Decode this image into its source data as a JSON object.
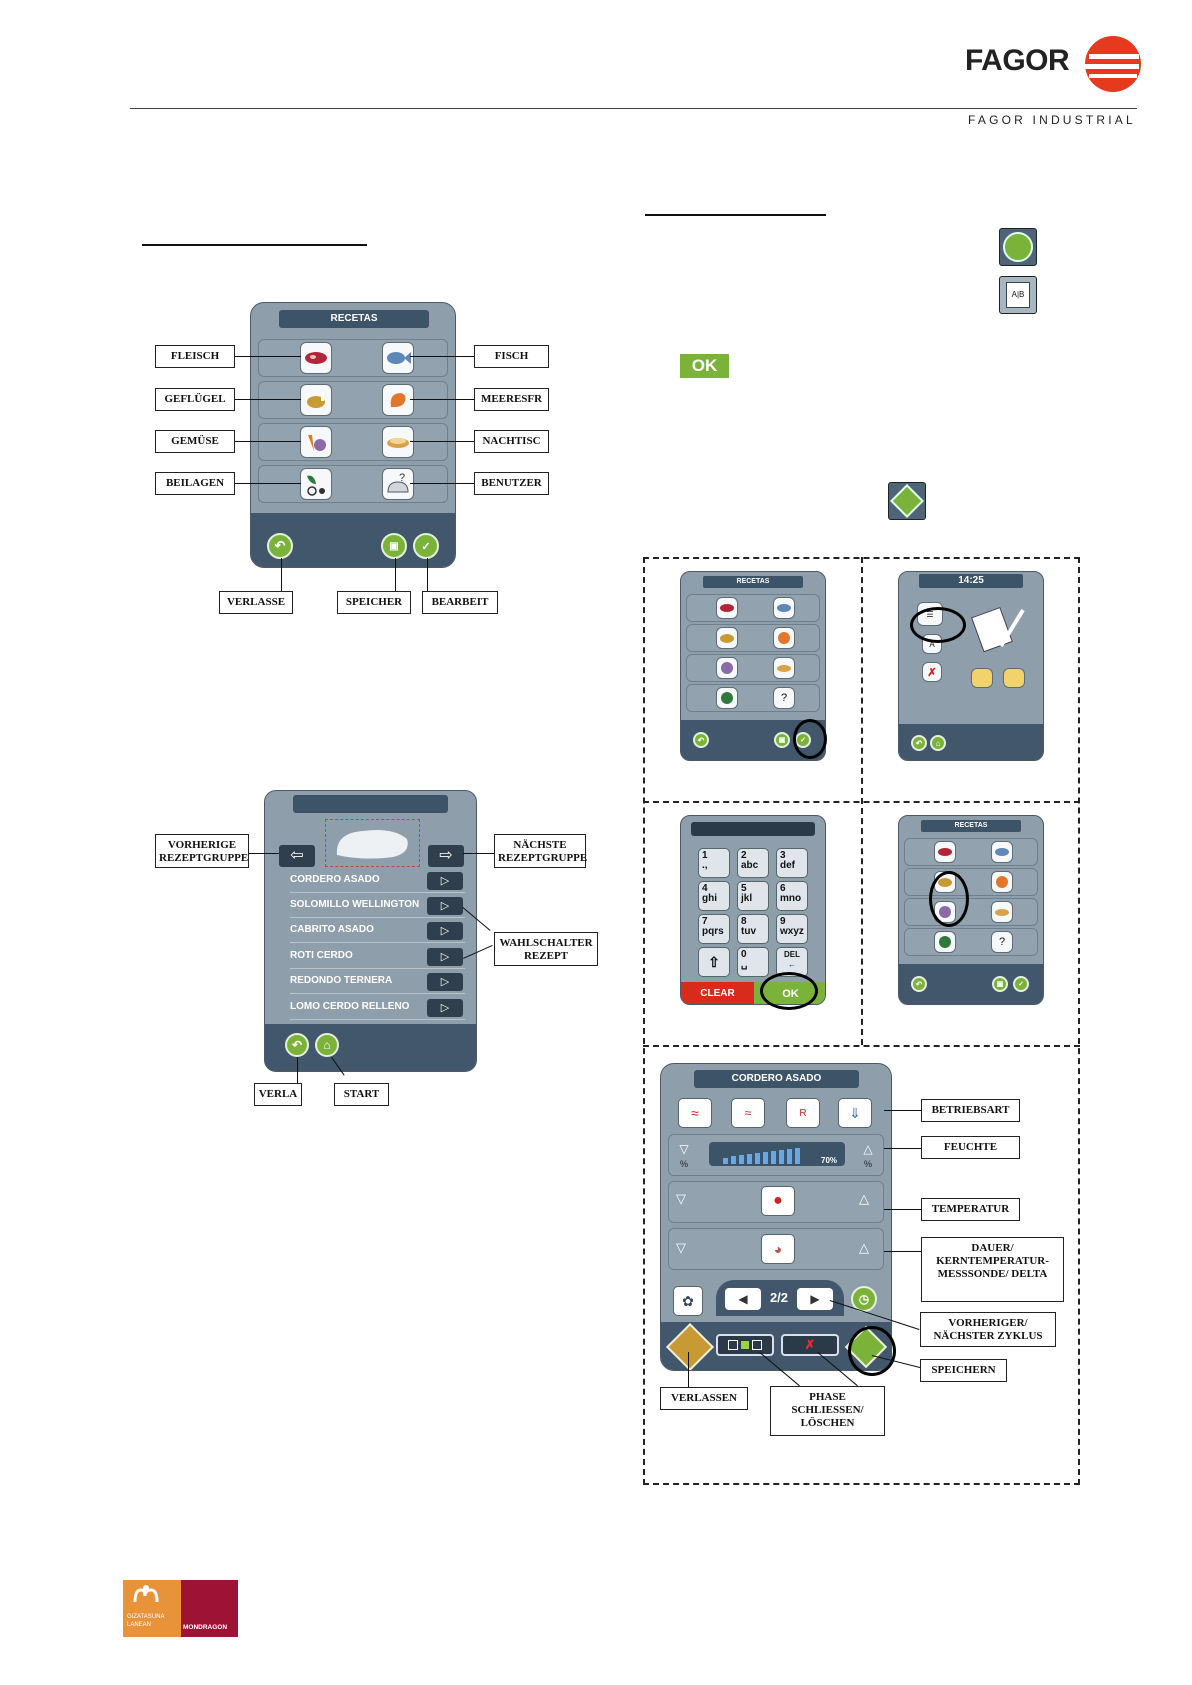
{
  "header": {
    "brand": "FAGOR",
    "tagline": "FAGOR INDUSTRIAL"
  },
  "colors": {
    "brand_red": "#e63a1e",
    "accent_green": "#7bb33a",
    "panel_navy": "#3d5368",
    "panel_grey": "#8e9eaa"
  },
  "diagram1": {
    "screen_title": "RECETAS",
    "callouts": {
      "fleisch": "FLEISCH",
      "fisch": "FISCH",
      "gefluegel": "GEFLÜGEL",
      "meeresfr": "MEERESFR",
      "gemuese": "GEMÜSE",
      "nachtisc": "NACHTISC",
      "beilagen": "BEILAGEN",
      "benutzer": "BENUTZER",
      "verlasse": "VERLASSE",
      "speicher": "SPEICHER",
      "bearbeit": "BEARBEIT"
    }
  },
  "diagram2": {
    "recipes": [
      "CORDERO ASADO",
      "SOLOMILLO WELLINGTON",
      "CABRITO ASADO",
      "ROTI CERDO",
      "REDONDO TERNERA",
      "LOMO CERDO RELLENO"
    ],
    "callouts": {
      "prev_group": "VORHERIGE REZEPTGRUPPE",
      "next_group": "NÄCHSTE REZEPTGRUPPE",
      "selector": "WAHLSCHALTER REZEPT",
      "verla": "VERLA",
      "start": "START"
    }
  },
  "buttons": {
    "ok": "OK"
  },
  "mini": {
    "recetas": "RECETAS",
    "time": "14:25",
    "keypad": [
      {
        "d": "1",
        "l": ".,"
      },
      {
        "d": "2",
        "l": "abc"
      },
      {
        "d": "3",
        "l": "def"
      },
      {
        "d": "4",
        "l": "ghi"
      },
      {
        "d": "5",
        "l": "jkl"
      },
      {
        "d": "6",
        "l": "mno"
      },
      {
        "d": "7",
        "l": "pqrs"
      },
      {
        "d": "8",
        "l": "tuv"
      },
      {
        "d": "9",
        "l": "wxyz"
      }
    ],
    "key_zero": "0",
    "key_del": "DEL",
    "clear": "CLEAR",
    "ok": "OK"
  },
  "cooking": {
    "title": "CORDERO ASADO",
    "humidity": "70%",
    "percent": "%",
    "page": "2/2",
    "r_mark": "R",
    "callouts": {
      "betriebsart": "BETRIEBSART",
      "feuchte": "FEUCHTE",
      "temperatur": "TEMPERATUR",
      "dauer": "DAUER/ KERNTEMPERATUR- MESSSONDE/ DELTA",
      "zyklus": "VORHERIGER/ NÄCHSTER ZYKLUS",
      "speichern": "SPEICHERN",
      "verlassen": "VERLASSEN",
      "phase": "PHASE SCHLIESSEN/ LÖSCHEN"
    }
  },
  "footer": {
    "logo_text_1": "GIZATASUNA",
    "logo_text_2": "LANEAN",
    "logo_text_3": "MONDRAGON"
  }
}
